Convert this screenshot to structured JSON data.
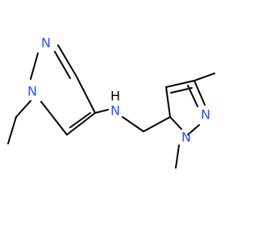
{
  "molecule": {
    "atoms": [
      {
        "id": "n1",
        "label": "N"
      },
      {
        "id": "n2",
        "label": "N"
      },
      {
        "id": "nh",
        "label": "N"
      },
      {
        "id": "h",
        "label": "H"
      },
      {
        "id": "n3",
        "label": "N"
      },
      {
        "id": "n4",
        "label": "N"
      }
    ],
    "colors": {
      "nitrogen": "#3050F8",
      "hydrogen": "#000000",
      "bond": "#000000"
    }
  }
}
